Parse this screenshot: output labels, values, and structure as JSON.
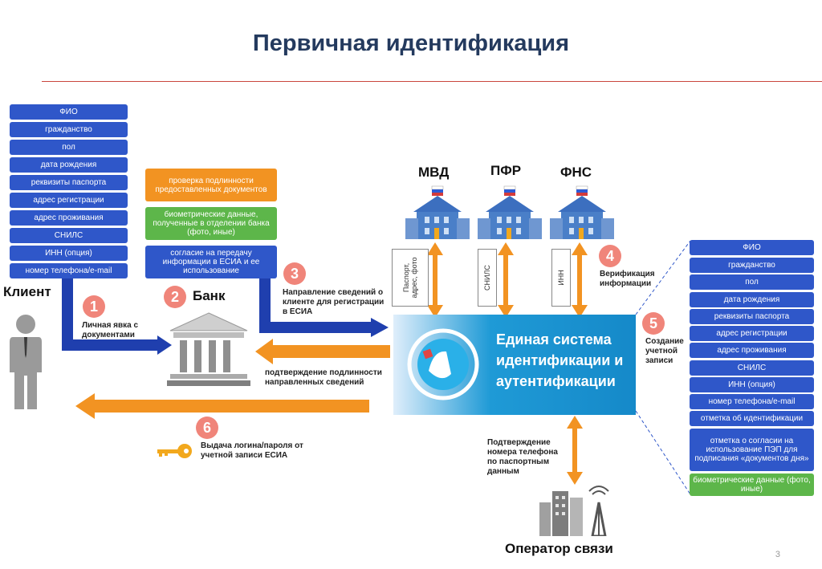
{
  "title": "Первичная идентификация",
  "client": {
    "label": "Клиент",
    "fields": [
      "ФИО",
      "гражданство",
      "пол",
      "дата рождения",
      "реквизиты паспорта",
      "адрес регистрации",
      "адрес проживания",
      "СНИЛС",
      "ИНН (опция)",
      "номер телефона/e-mail"
    ]
  },
  "bank": {
    "label": "Банк",
    "boxes": [
      {
        "text": "проверка подлинности предоставленных документов",
        "color": "#f29322"
      },
      {
        "text": "биометрические данные, полученные в отделении банка (фото, иные)",
        "color": "#5db64a"
      },
      {
        "text": "согласие на передачу информации в ЕСИА и ее использование",
        "color": "#2f57c9"
      }
    ]
  },
  "agencies": [
    "МВД",
    "ПФР",
    "ФНС"
  ],
  "exchange": {
    "mvd": "Паспорт, адрес, фото",
    "pfr": "СНИЛС",
    "fns": "ИНН"
  },
  "steps": [
    {
      "num": "1",
      "text": "Личная явка с документами"
    },
    {
      "num": "2",
      "text": "Банк"
    },
    {
      "num": "3",
      "text": "Направление сведений о клиенте для регистрации в ЕСИА"
    },
    {
      "num": "4",
      "text": "Верификация информации"
    },
    {
      "num": "5",
      "text": "Создание учетной записи"
    },
    {
      "num": "6",
      "text": "Выдача логина/пароля от учетной записи ЕСИА"
    }
  ],
  "confirm_text": "подтверждение подлинности направленных сведений",
  "esia_text": "Единая система идентификации и аутентификации",
  "phone_confirm": "Подтверждение номера телефона по паспортным данным",
  "operator": "Оператор связи",
  "record": {
    "fields": [
      {
        "text": "ФИО",
        "color": "#2f57c9"
      },
      {
        "text": "гражданство",
        "color": "#2f57c9"
      },
      {
        "text": "пол",
        "color": "#2f57c9"
      },
      {
        "text": "дата рождения",
        "color": "#2f57c9"
      },
      {
        "text": "реквизиты паспорта",
        "color": "#2f57c9"
      },
      {
        "text": "адрес регистрации",
        "color": "#2f57c9"
      },
      {
        "text": "адрес проживания",
        "color": "#2f57c9"
      },
      {
        "text": "СНИЛС",
        "color": "#2f57c9"
      },
      {
        "text": "ИНН (опция)",
        "color": "#2f57c9"
      },
      {
        "text": "номер телефона/e-mail",
        "color": "#2f57c9"
      },
      {
        "text": "отметка об идентификации",
        "color": "#2f57c9"
      },
      {
        "text": "отметка о согласии на использование ПЭП для подписания «документов дня»",
        "color": "#2f57c9"
      },
      {
        "text": "биометрические данные (фото, иные)",
        "color": "#5db64a"
      }
    ]
  },
  "page_number": "3",
  "colors": {
    "blue": "#2f57c9",
    "orange": "#f29322",
    "green": "#5db64a",
    "badge": "#f0857a",
    "esia": "#1e9fd8"
  }
}
